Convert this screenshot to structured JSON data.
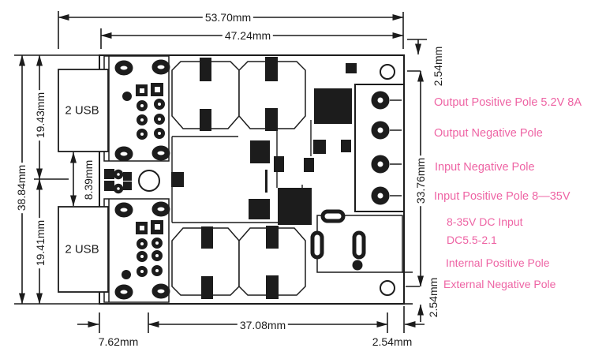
{
  "colors": {
    "ink": "#1c1c1c",
    "pink": "#ee64a4",
    "background": "#ffffff"
  },
  "board": {
    "usb_top_label": "2 USB",
    "usb_bottom_label": "2 USB"
  },
  "dimensions": {
    "top_outer": "53.70mm",
    "top_inner": "47.24mm",
    "left_total": "38.84mm",
    "left_upper": "19.43mm",
    "left_center_gap": "8.39mm",
    "left_lower": "19.41mm",
    "right_top": "2.54mm",
    "right_span": "33.76mm",
    "right_bottom": "2.54mm",
    "bottom_left": "7.62mm",
    "bottom_span": "37.08mm",
    "bottom_right": "2.54mm"
  },
  "pins": [
    "Output Positive Pole 5.2V 8A",
    "Output Negative Pole",
    "Input Negative Pole",
    "Input Positive Pole 8—35V"
  ],
  "dc_notes": [
    "8-35V DC Input",
    "DC5.5-2.1",
    "Internal Positive Pole",
    "External Negative Pole"
  ]
}
